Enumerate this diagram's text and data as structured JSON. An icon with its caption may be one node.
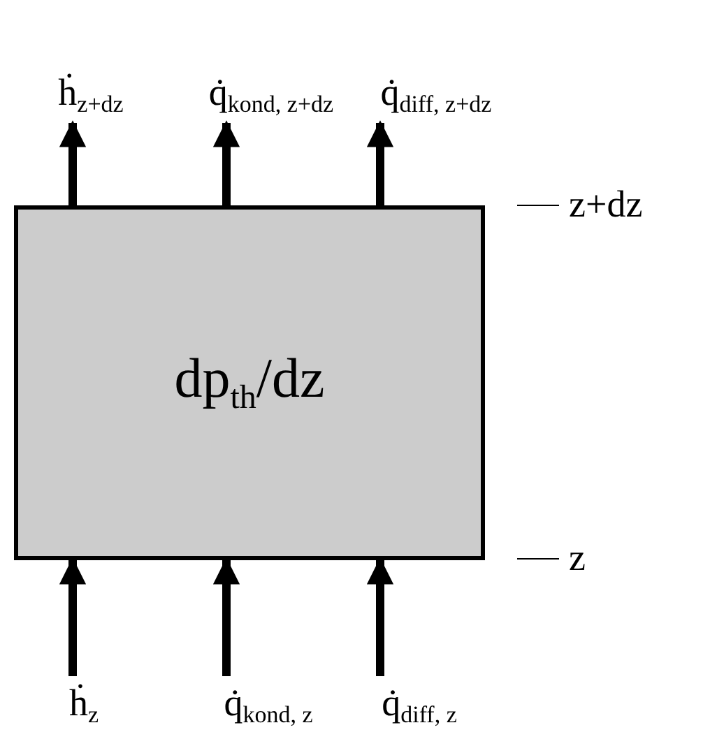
{
  "diagram": {
    "nodes": [
      {
        "text": [
          "dp$_{th}$/dz"
        ]
      },
      {
        "text": [
          "ḣ$_{z+dz}$"
        ]
      },
      {
        "text": [
          "q̇$_{kond, z+dz}$"
        ]
      },
      {
        "text": [
          "q̇$_{diff, z+dz}$"
        ]
      },
      {
        "text": [
          "ḣ$_{z}$"
        ]
      },
      {
        "text": [
          "q̇$_{kond, z}$"
        ]
      },
      {
        "text": [
          "q̇$_{diff, z}$"
        ]
      }
    ],
    "edges": [
      {
        "from": 0,
        "to": 1,
        "arrow": "to"
      },
      {
        "from": 0,
        "to": 2,
        "arrow": "to"
      },
      {
        "from": 0,
        "to": 3,
        "arrow": "to"
      },
      {
        "from": 4,
        "to": 0,
        "arrow": "to"
      },
      {
        "from": 5,
        "to": 0,
        "arrow": "to"
      },
      {
        "from": 6,
        "to": 0,
        "arrow": "to"
      }
    ],
    "labels": [
      "z+dz",
      "z"
    ]
  }
}
